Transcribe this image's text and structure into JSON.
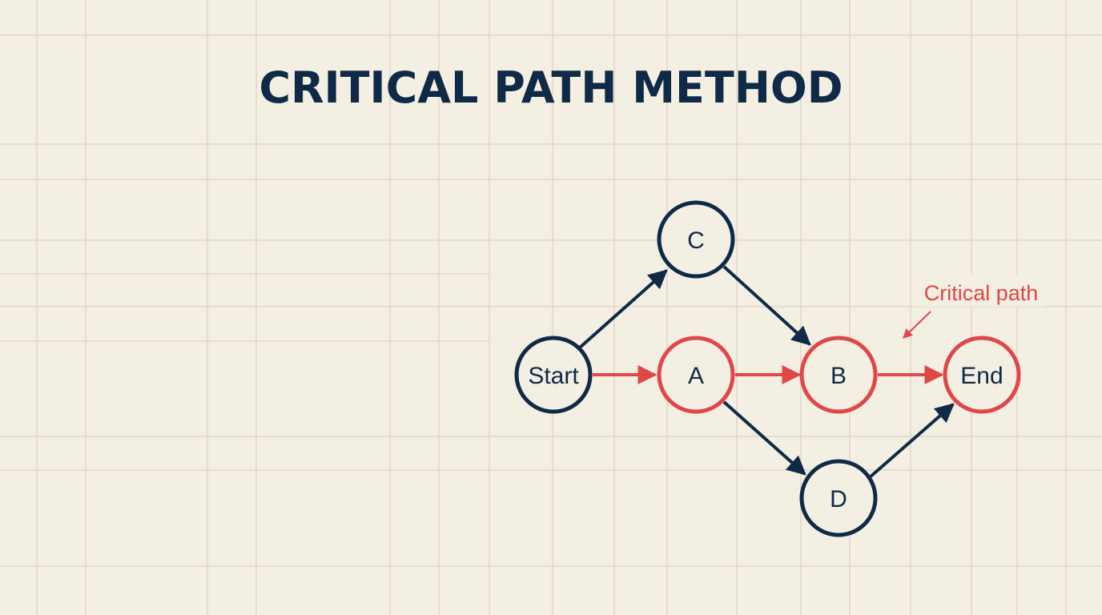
{
  "title": "CRITICAL PATH METHOD",
  "colors": {
    "background": "#f4efe3",
    "grid": "#e2d6c7",
    "navy": "#0f2a47",
    "critical": "#e04747"
  },
  "nodes": {
    "start": "Start",
    "a": "A",
    "b": "B",
    "c": "C",
    "d": "D",
    "end": "End"
  },
  "annotation": "Critical path"
}
